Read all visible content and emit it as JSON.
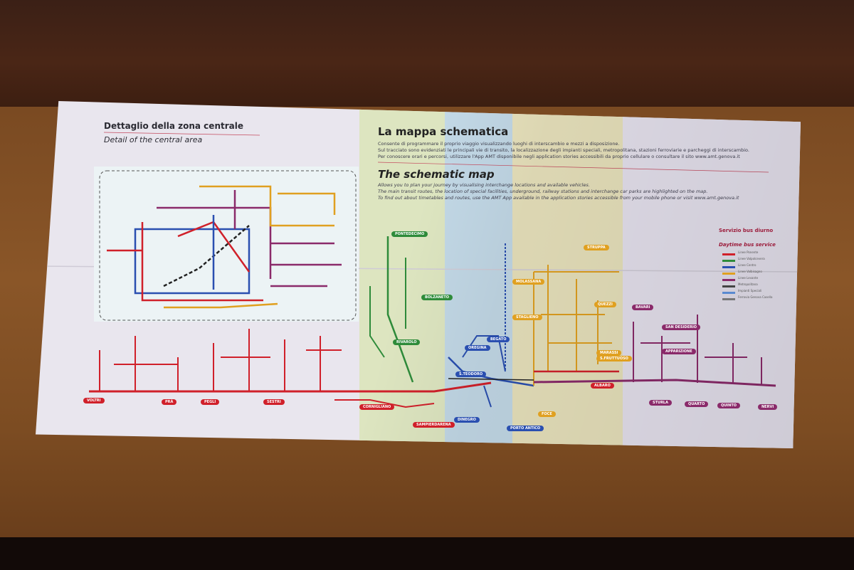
{
  "left_panel": {
    "title_it": "Dettaglio della zona centrale",
    "title_en": "Detail of the central area"
  },
  "right_panel": {
    "title_it": "La mappa schematica",
    "text_it": [
      "Consente di programmare il proprio viaggio visualizzando luoghi di interscambio e mezzi a disposizione.",
      "Sul tracciato sono evidenziati le principali vie di transito, la localizzazione degli impianti speciali, metropolitana, stazioni ferroviarie e parcheggi di interscambio.",
      "Per conoscere orari e percorsi, utilizzare l'App AMT disponibile negli application stories accessibili da proprio cellulare o consultare il sito www.amt.genova.it"
    ],
    "title_en": "The schematic map",
    "text_en": [
      "Allows you to plan your journey by visualising interchange locations and available vehicles.",
      "The main transit routes, the location of special facilities, underground, railway stations and interchange car parks are highlighted on the map.",
      "To find out about timetables and routes, use the AMT App available in the application stories accessible from your mobile phone or visit www.amt.genova.it"
    ]
  },
  "legend": {
    "title_it": "Servizio bus diurno",
    "title_en": "Daytime bus service",
    "rows": [
      {
        "label": "Linee Ponente",
        "color": "#d0202a"
      },
      {
        "label": "Linee Valpolcevera",
        "color": "#2e8b3a"
      },
      {
        "label": "Linee Centro",
        "color": "#2a4fb0"
      },
      {
        "label": "Linee Valbisagno",
        "color": "#e0a020"
      },
      {
        "label": "Linee Levante",
        "color": "#8a2a6a"
      },
      {
        "label": "Metropolitana",
        "color": "#444444"
      },
      {
        "label": "Impianti Speciali",
        "color": "#5a8ad0"
      },
      {
        "label": "Ferrovia Genova Casella",
        "color": "#777777"
      }
    ]
  },
  "districts": [
    {
      "name": "VOLTRI",
      "color": "#d0202a"
    },
    {
      "name": "PRÀ",
      "color": "#d0202a"
    },
    {
      "name": "PEGLI",
      "color": "#d0202a"
    },
    {
      "name": "SESTRI",
      "color": "#d0202a"
    },
    {
      "name": "CORNIGLIANO",
      "color": "#d0202a"
    },
    {
      "name": "SAMPIERDARENA",
      "color": "#d0202a"
    },
    {
      "name": "PONTEDECIMO",
      "color": "#2e8b3a"
    },
    {
      "name": "BOLZANETO",
      "color": "#2e8b3a"
    },
    {
      "name": "RIVAROLO",
      "color": "#2e8b3a"
    },
    {
      "name": "S.TEODORO",
      "color": "#2a4fb0"
    },
    {
      "name": "OREGINA",
      "color": "#2a4fb0"
    },
    {
      "name": "BEGATO",
      "color": "#2a4fb0"
    },
    {
      "name": "DINEGRO",
      "color": "#2a4fb0"
    },
    {
      "name": "PORTO ANTICO",
      "color": "#2a4fb0"
    },
    {
      "name": "STAGLIENO",
      "color": "#e0a020"
    },
    {
      "name": "MOLASSANA",
      "color": "#e0a020"
    },
    {
      "name": "STRUPPA",
      "color": "#e0a020"
    },
    {
      "name": "QUEZZI",
      "color": "#e0a020"
    },
    {
      "name": "MARASSI",
      "color": "#e0a020"
    },
    {
      "name": "S.FRUTTUOSO",
      "color": "#e0a020"
    },
    {
      "name": "FOCE",
      "color": "#e0a020"
    },
    {
      "name": "ALBARO",
      "color": "#d0202a"
    },
    {
      "name": "BAVARI",
      "color": "#8a2a6a"
    },
    {
      "name": "SAN DESIDERIO",
      "color": "#8a2a6a"
    },
    {
      "name": "APPARIZIONE",
      "color": "#8a2a6a"
    },
    {
      "name": "STURLA",
      "color": "#8a2a6a"
    },
    {
      "name": "QUARTO",
      "color": "#8a2a6a"
    },
    {
      "name": "QUINTO",
      "color": "#8a2a6a"
    },
    {
      "name": "NERVI",
      "color": "#8a2a6a"
    }
  ]
}
